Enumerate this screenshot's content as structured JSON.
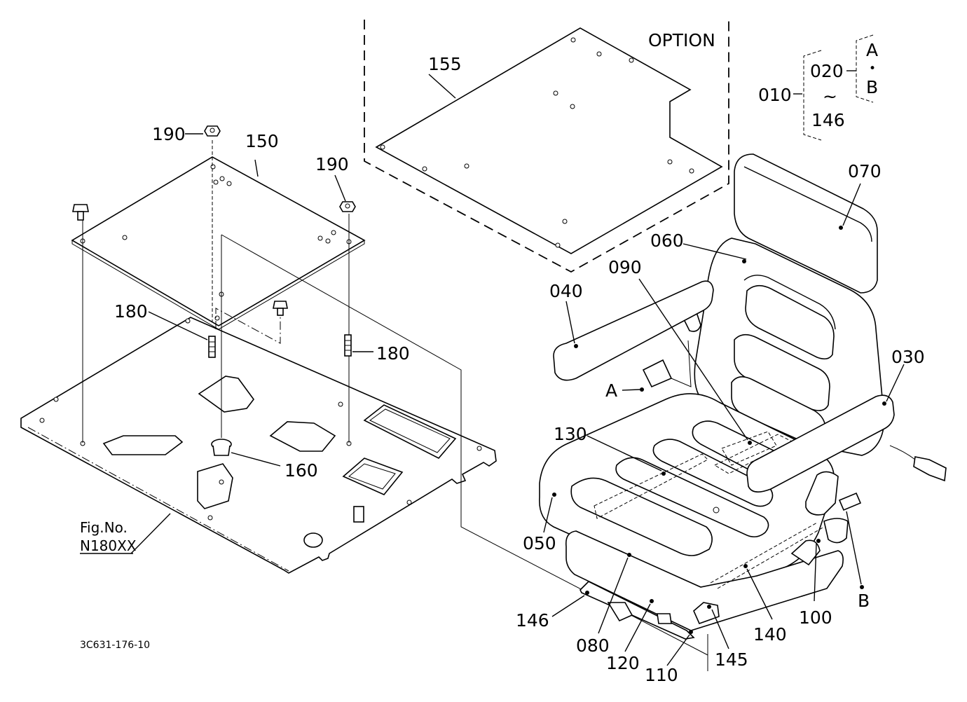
{
  "diagram": {
    "option_label": "OPTION",
    "figure_ref_label": "Fig.No.",
    "figure_ref_number": "N180XX",
    "drawing_code": "3C631-176-10",
    "legend": {
      "range_start": "010",
      "range_from": "020",
      "tilde": "~",
      "range_to": "146",
      "variant_a": "A",
      "dot": "•",
      "variant_b": "B"
    },
    "callouts": {
      "p155": "155",
      "p190_left": "190",
      "p150": "150",
      "p190_right": "190",
      "p180_left": "180",
      "p180_right": "180",
      "p160": "160",
      "p070": "070",
      "p060": "060",
      "p090": "090",
      "p040": "040",
      "p030": "030",
      "pA": "A",
      "p130": "130",
      "p050": "050",
      "pB": "B",
      "p100": "100",
      "p140": "140",
      "p146": "146",
      "p080": "080",
      "p120": "120",
      "p145": "145",
      "p110": "110"
    }
  }
}
